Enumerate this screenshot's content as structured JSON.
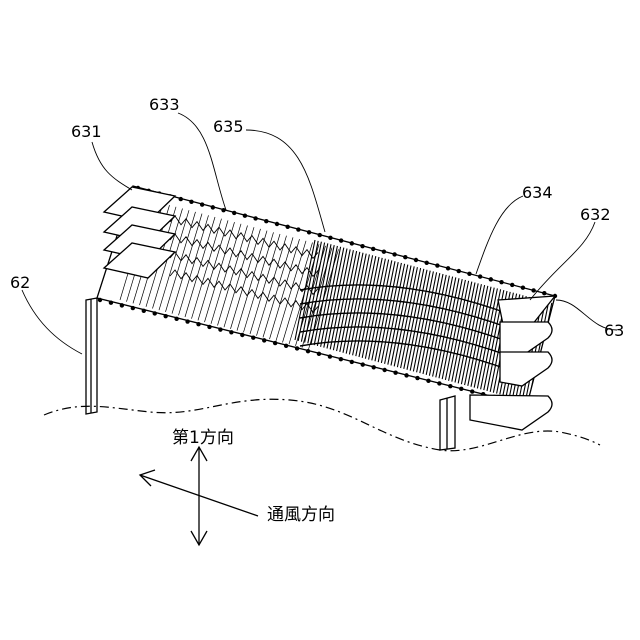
{
  "figure": {
    "labels": {
      "l631": "631",
      "l633": "633",
      "l635": "635",
      "l634": "634",
      "l632": "632",
      "l62": "62",
      "l63": "63"
    },
    "directions": {
      "first_direction": "第1方向",
      "airflow_direction": "通風方向"
    }
  }
}
